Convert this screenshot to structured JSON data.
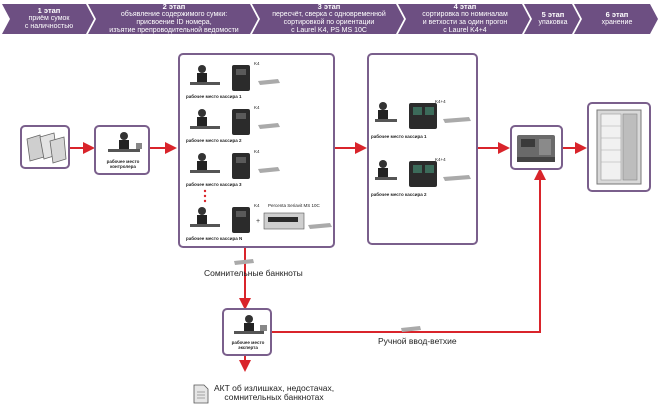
{
  "stages": [
    {
      "title": "1 этап",
      "desc": "приём сумок\nс наличностью"
    },
    {
      "title": "2 этап",
      "desc": "объявление содержимого сумки:\nприсвоение ID номера,\nизъятие препроводительной ведомости"
    },
    {
      "title": "3 этап",
      "desc": "пересчёт, сверка с одновременной\nсортировкой по ориентации\nс Laurel K4, PS MS 10C"
    },
    {
      "title": "4 этап",
      "desc": "сортировка по номиналам\nи ветхости за один прогон\nс Laurel K4+4"
    },
    {
      "title": "5 этап",
      "desc": "упаковка"
    },
    {
      "title": "6 этап",
      "desc": "хранение"
    }
  ],
  "controller": {
    "label": "рабочее место\nконтролера"
  },
  "cashiers": [
    {
      "label": "рабочее место кассира 1",
      "device": "K4"
    },
    {
      "label": "рабочее место кассира 2",
      "device": "K4"
    },
    {
      "label": "рабочее место кассира 3",
      "device": "K4"
    },
    {
      "label": "рабочее место кассира N",
      "device": "K4",
      "extra": "Percenta Seriavit MS 10C"
    }
  ],
  "sorters": [
    {
      "label": "рабочее место кассира 1",
      "device": "K4+4"
    },
    {
      "label": "рабочее место кассира 2",
      "device": "K4+4"
    }
  ],
  "expert": {
    "label": "рабочее место\nэксперта"
  },
  "captions": {
    "suspicious": "Сомнительные банкноты",
    "manual": "Ручной ввод-ветхие",
    "act": "АКТ об излишках, недостачах,\nсомнительных банкнотах"
  },
  "colors": {
    "stage": "#6d4f82",
    "border": "#7a5f8c",
    "arrow": "#d9242b"
  }
}
